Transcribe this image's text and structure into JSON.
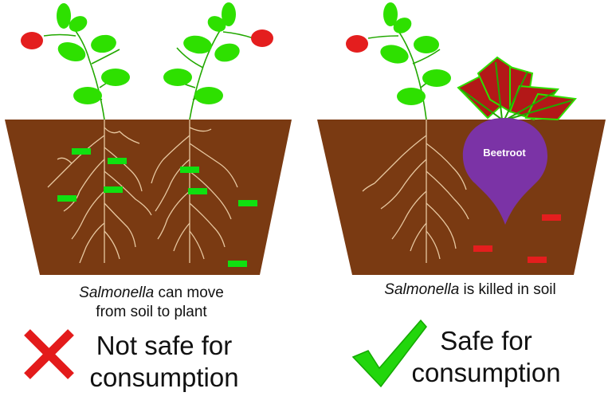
{
  "left_panel": {
    "caption_italic": "Salmonella",
    "caption_rest_line1": " can move",
    "caption_line2": "from soil to plant",
    "verdict_line1": "Not safe for",
    "verdict_line2": "consumption",
    "verdict_icon": "cross-icon",
    "verdict_color": "#e31b1b",
    "bacteria_color": "#10e010"
  },
  "right_panel": {
    "caption_italic": "Salmonella",
    "caption_rest": " is killed in soil",
    "beet_label": "Beetroot",
    "verdict_line1": "Safe for",
    "verdict_line2": "consumption",
    "verdict_icon": "checkmark-icon",
    "verdict_color": "#22d60c",
    "bacteria_color": "#e41e1e"
  },
  "colors": {
    "soil": "#7a3a12",
    "leaf": "#2ee000",
    "stem": "#22a800",
    "fruit": "#e41e1e",
    "beet_root": "#7b33a6",
    "beet_leaf": "#b31818"
  }
}
